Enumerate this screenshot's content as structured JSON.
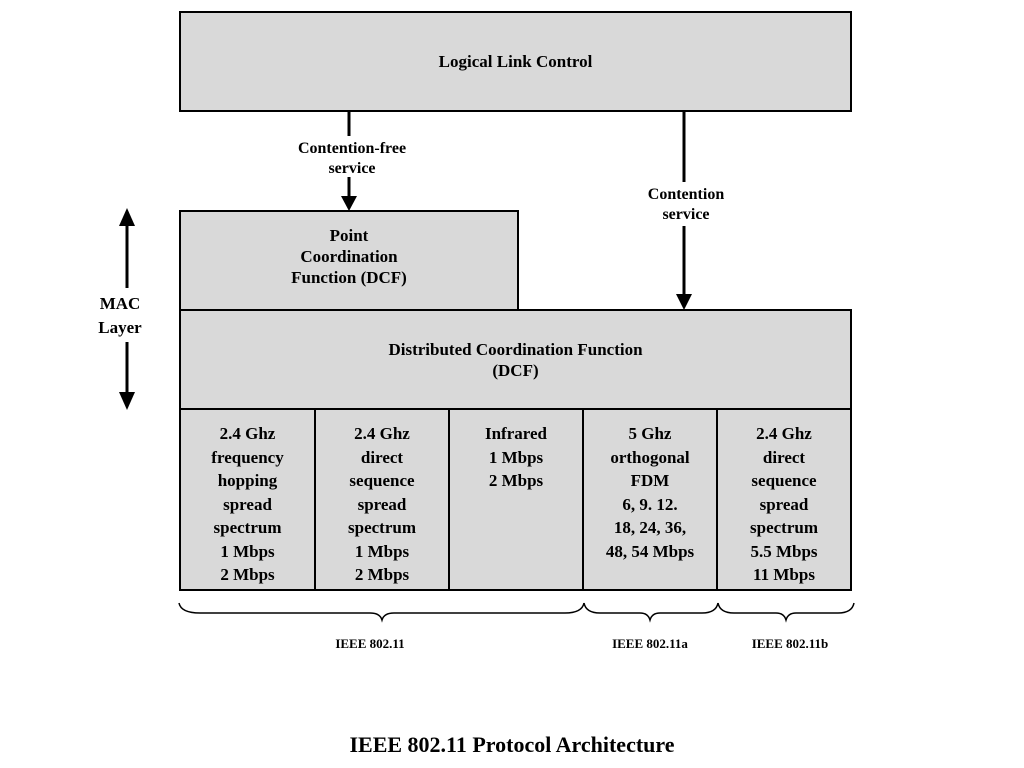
{
  "llc": "Logical Link Control",
  "contention_free": "Contention-free\nservice",
  "contention": "Contention\nservice",
  "mac_layer": "MAC\nLayer",
  "pcf": "Point\nCoordination\nFunction (DCF)",
  "dcf": "Distributed Coordination Function\n(DCF)",
  "phy_cells": [
    "2.4 Ghz\nfrequency\nhopping\nspread\nspectrum\n1 Mbps\n2 Mbps",
    "2.4 Ghz\ndirect\nsequence\nspread\nspectrum\n1 Mbps\n2 Mbps",
    "Infrared\n1 Mbps\n2 Mbps",
    "5 Ghz\northogonal\nFDM\n6, 9. 12.\n18, 24, 36,\n48, 54 Mbps",
    "2.4 Ghz\ndirect\nsequence\nspread\nspectrum\n5.5 Mbps\n11 Mbps"
  ],
  "standards": [
    "IEEE 802.11",
    "IEEE 802.11a",
    "IEEE 802.11b"
  ],
  "title": "IEEE 802.11 Protocol Architecture"
}
